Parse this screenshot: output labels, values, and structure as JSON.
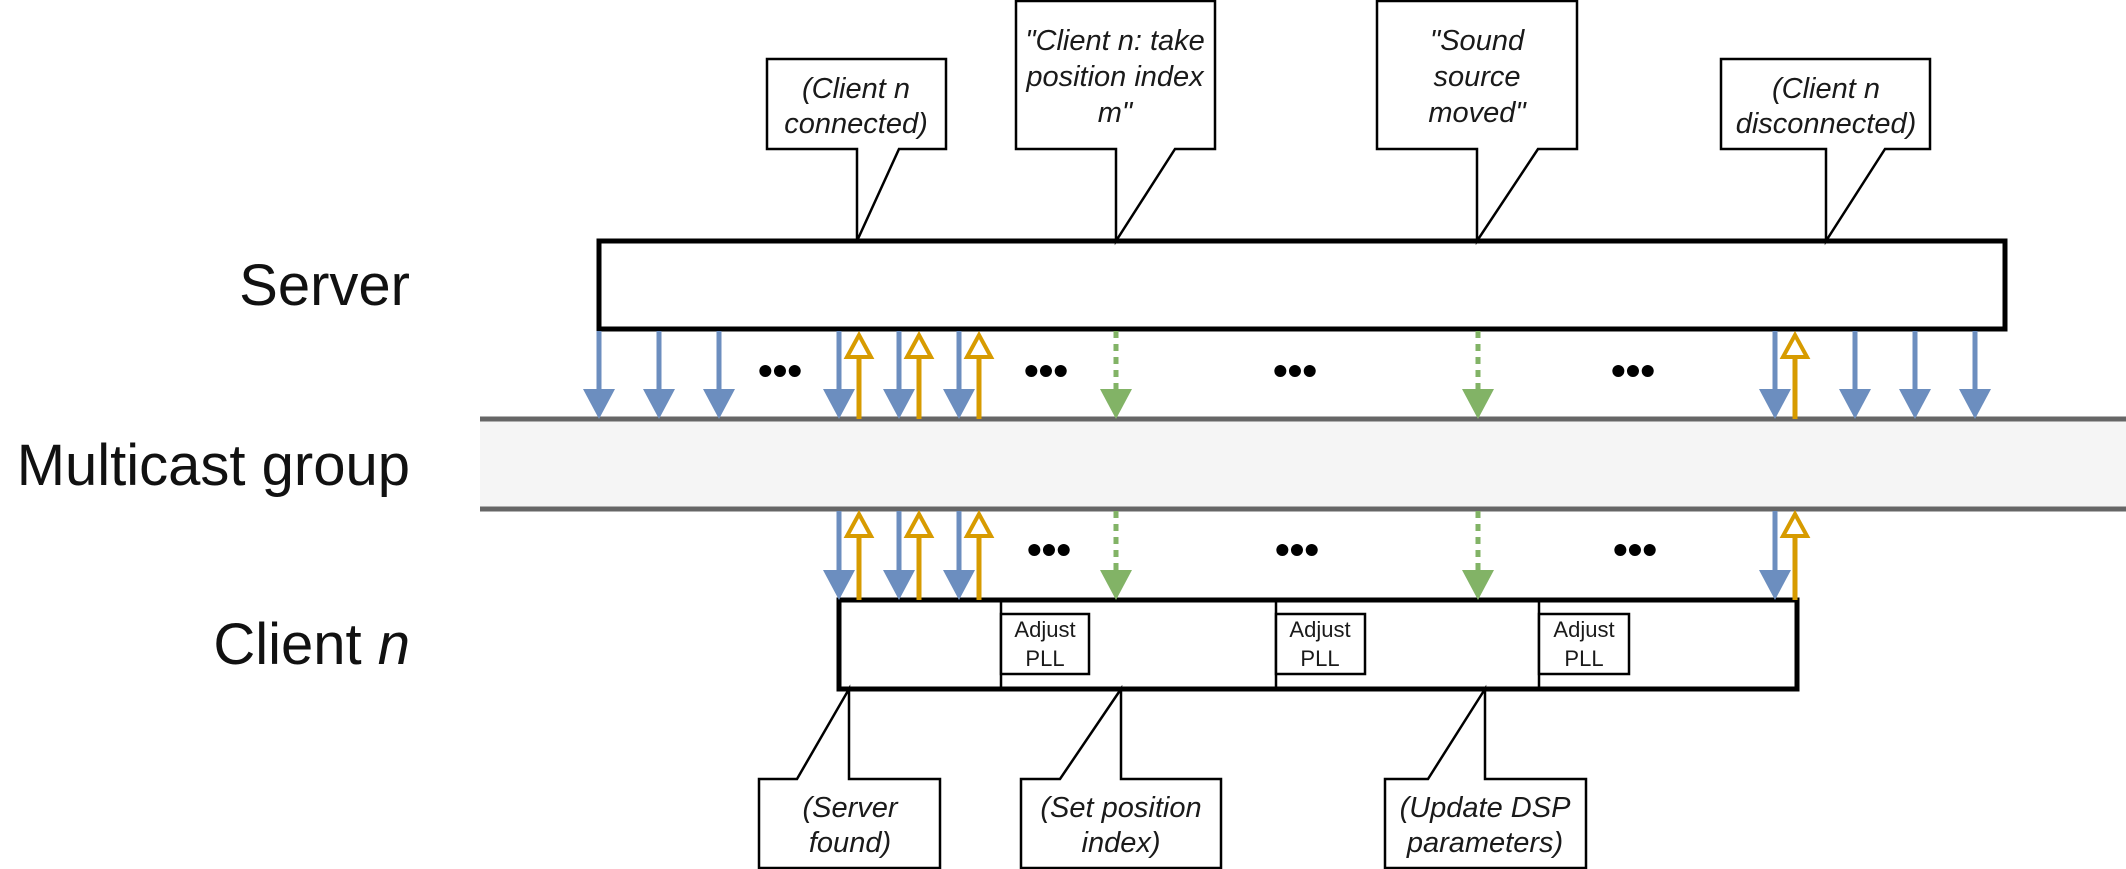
{
  "rows": {
    "server": "Server",
    "multicast": "Multicast group",
    "client_prefix": "Client ",
    "client_var": "n"
  },
  "server_callouts": [
    {
      "lines": [
        "(Client n",
        "connected)"
      ]
    },
    {
      "lines": [
        "\"Client n: take",
        "position index",
        "m\""
      ]
    },
    {
      "lines": [
        "\"Sound",
        "source",
        "moved\""
      ]
    },
    {
      "lines": [
        "(Client n",
        "disconnected)"
      ]
    }
  ],
  "client_callouts": [
    {
      "lines": [
        "(Server",
        "found)"
      ]
    },
    {
      "lines": [
        "(Set position",
        "index)"
      ]
    },
    {
      "lines": [
        "(Update DSP",
        "parameters)"
      ]
    }
  ],
  "pll_boxes": [
    {
      "lines": [
        "Adjust",
        "PLL"
      ]
    },
    {
      "lines": [
        "Adjust",
        "PLL"
      ]
    },
    {
      "lines": [
        "Adjust",
        "PLL"
      ]
    }
  ],
  "ellipsis": "•••",
  "colors": {
    "blue_arrow": "#6c8ebf",
    "orange_arrow": "#d79b00",
    "green_arrow": "#82b366",
    "band_fill": "#f5f5f5",
    "band_line": "#666666"
  }
}
